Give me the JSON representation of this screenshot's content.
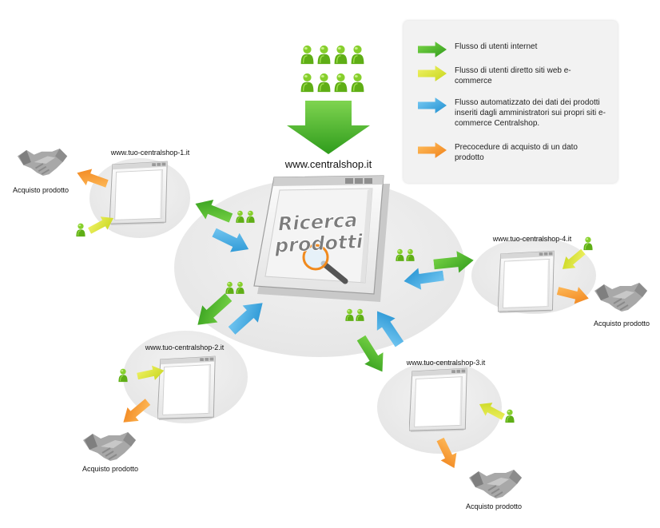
{
  "site": {
    "name": "www.centralshop.it"
  },
  "window_text": {
    "line1": "Ricerca",
    "line2": "prodotti"
  },
  "shops": [
    {
      "name": "www.tuo-centralshop-1.it",
      "action": "Acquisto prodotto"
    },
    {
      "name": "www.tuo-centralshop-2.it",
      "action": "Acquisto prodotto"
    },
    {
      "name": "www.tuo-centralshop-3.it",
      "action": "Acquisto prodotto"
    },
    {
      "name": "www.tuo-centralshop-4.it",
      "action": "Acquisto prodotto"
    }
  ],
  "legend": [
    {
      "color": "#3aab22",
      "text": "Flusso di utenti internet"
    },
    {
      "color": "#cfdd1a",
      "text": "Flusso di utenti diretto siti web e-commerce"
    },
    {
      "color": "#2f9fdc",
      "text": "Flusso automatizzato dei dati dei prodotti inseriti dagli amministratori sui propri siti e-commerce Centralshop."
    },
    {
      "color": "#f79322",
      "text": "Precocedure di acquisto di un dato prodotto"
    }
  ],
  "icons": {
    "user": "user-icon",
    "handshake": "handshake-icon",
    "browser": "browser-window-icon",
    "magnifier": "magnifier-icon"
  }
}
